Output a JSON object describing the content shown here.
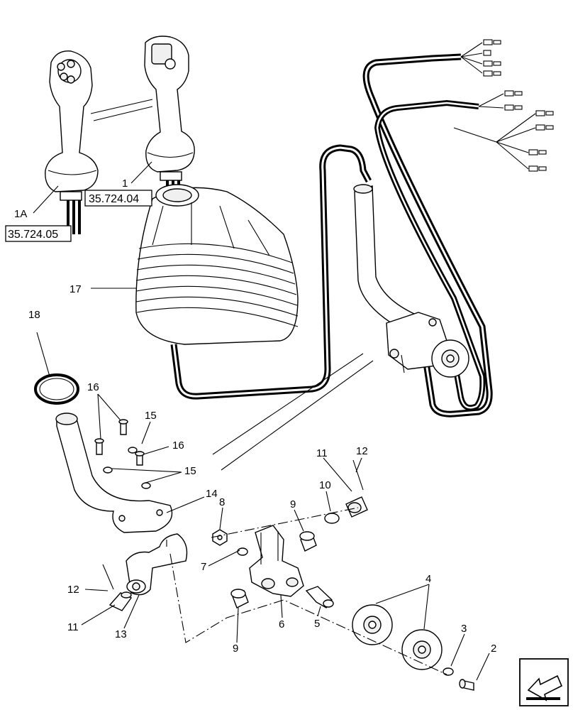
{
  "diagram": {
    "references": [
      {
        "id": "ref-35-724-04",
        "text": "35.724.04"
      },
      {
        "id": "ref-35-724-05",
        "text": "35.724.05"
      }
    ],
    "callouts": [
      {
        "id": "1",
        "text": "1"
      },
      {
        "id": "1A",
        "text": "1A"
      },
      {
        "id": "2",
        "text": "2"
      },
      {
        "id": "3",
        "text": "3"
      },
      {
        "id": "4",
        "text": "4"
      },
      {
        "id": "5",
        "text": "5"
      },
      {
        "id": "6",
        "text": "6"
      },
      {
        "id": "7",
        "text": "7"
      },
      {
        "id": "8",
        "text": "8"
      },
      {
        "id": "9a",
        "text": "9"
      },
      {
        "id": "9b",
        "text": "9"
      },
      {
        "id": "10",
        "text": "10"
      },
      {
        "id": "11a",
        "text": "11"
      },
      {
        "id": "11b",
        "text": "11"
      },
      {
        "id": "12a",
        "text": "12"
      },
      {
        "id": "12b",
        "text": "12"
      },
      {
        "id": "13",
        "text": "13"
      },
      {
        "id": "14",
        "text": "14"
      },
      {
        "id": "15a",
        "text": "15"
      },
      {
        "id": "15b",
        "text": "15"
      },
      {
        "id": "16a",
        "text": "16"
      },
      {
        "id": "16b",
        "text": "16"
      },
      {
        "id": "17",
        "text": "17"
      },
      {
        "id": "18",
        "text": "18"
      }
    ]
  },
  "icons": {
    "nav": "back-arrow-icon"
  }
}
